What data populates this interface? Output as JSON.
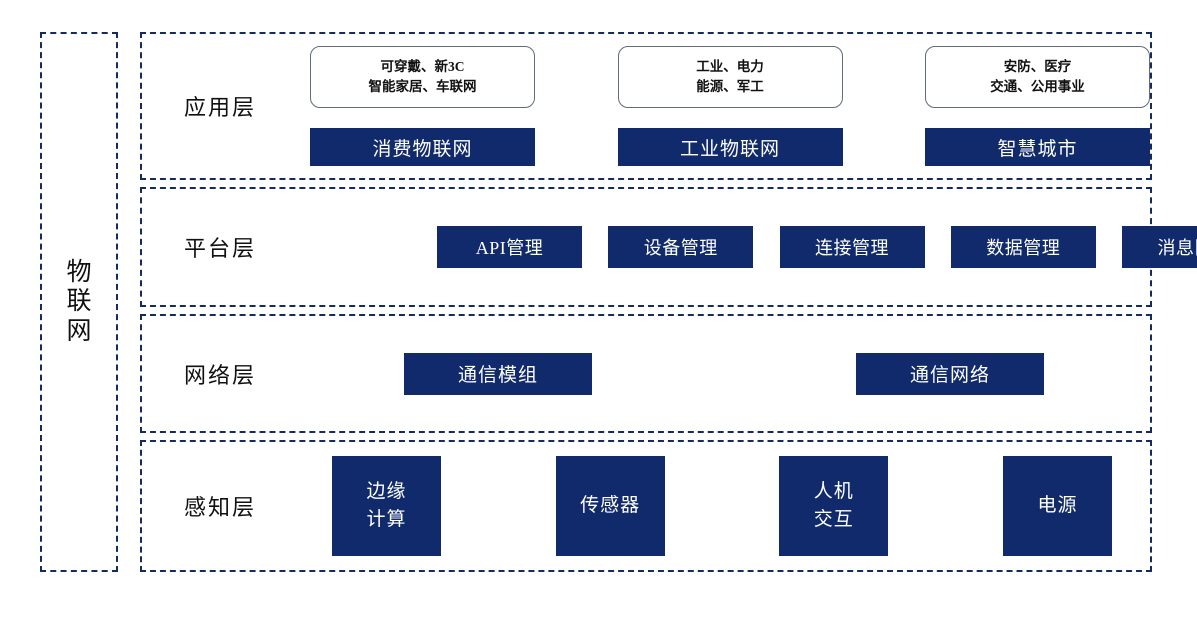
{
  "diagram": {
    "side_panel": {
      "label": "物联网"
    },
    "layers": [
      {
        "id": "application",
        "title": "应用层",
        "columns": [
          {
            "desc_line1": "可穿戴、新3C",
            "desc_line2": "智能家居、车联网",
            "chip": "消费物联网"
          },
          {
            "desc_line1": "工业、电力",
            "desc_line2": "能源、军工",
            "chip": "工业物联网"
          },
          {
            "desc_line1": "安防、医疗",
            "desc_line2": "交通、公用事业",
            "chip": "智慧城市"
          }
        ]
      },
      {
        "id": "platform",
        "title": "平台层",
        "chips": [
          "API管理",
          "设备管理",
          "连接管理",
          "数据管理",
          "消息队列"
        ]
      },
      {
        "id": "network",
        "title": "网络层",
        "chips": [
          "通信模组",
          "通信网络"
        ]
      },
      {
        "id": "perception",
        "title": "感知层",
        "chips": [
          {
            "line1": "边缘",
            "line2": "计算"
          },
          {
            "line1": "传感器",
            "line2": ""
          },
          {
            "line1": "人机",
            "line2": "交互"
          },
          {
            "line1": "电源",
            "line2": ""
          }
        ]
      }
    ],
    "colors": {
      "chip_fill": "#112a6b",
      "dashed_border": "#152a5e",
      "rounded_border": "#616b7d",
      "chip_text": "#ffffff",
      "label_text": "#111111"
    }
  }
}
